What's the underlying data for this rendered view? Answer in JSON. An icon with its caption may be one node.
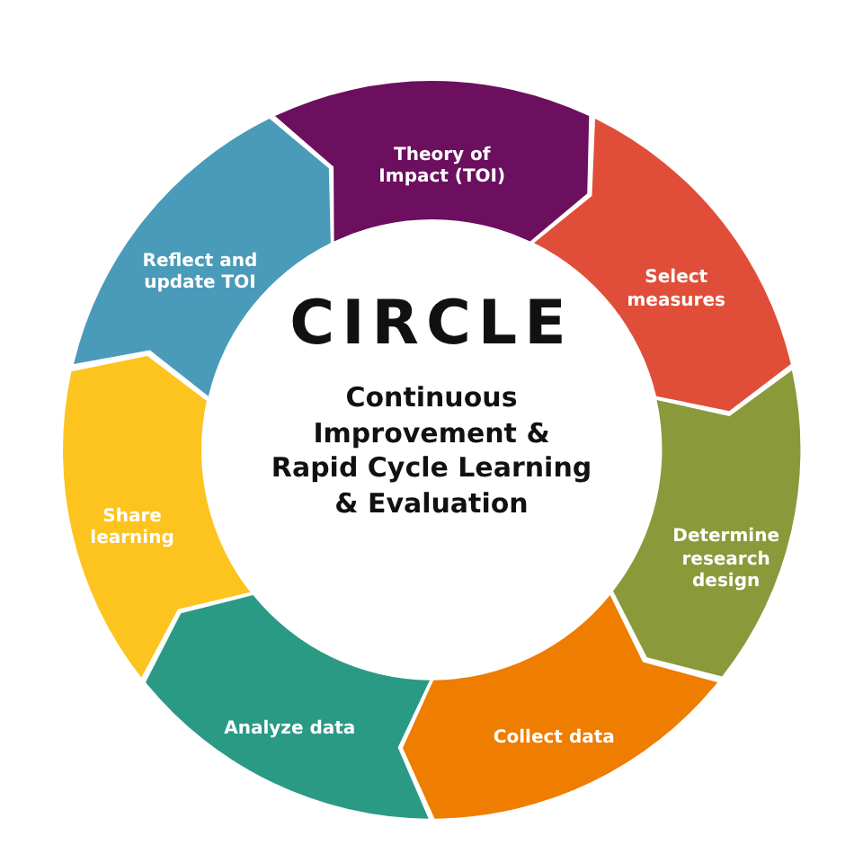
{
  "diagram": {
    "title": "CIRCLE",
    "nodes": [
      {
        "text": [
          "Theory of Impact (TOI)"
        ]
      },
      {
        "text": [
          "Select measures"
        ]
      },
      {
        "text": [
          "Determine research design"
        ]
      },
      {
        "text": [
          "Collect data"
        ]
      },
      {
        "text": [
          "Analyze data"
        ]
      },
      {
        "text": [
          "Share learning"
        ]
      },
      {
        "text": [
          "Reflect and update TOI"
        ]
      }
    ],
    "labels": [
      "Continuous Improvement & Rapid Cycle Learning & Evaluation"
    ]
  }
}
